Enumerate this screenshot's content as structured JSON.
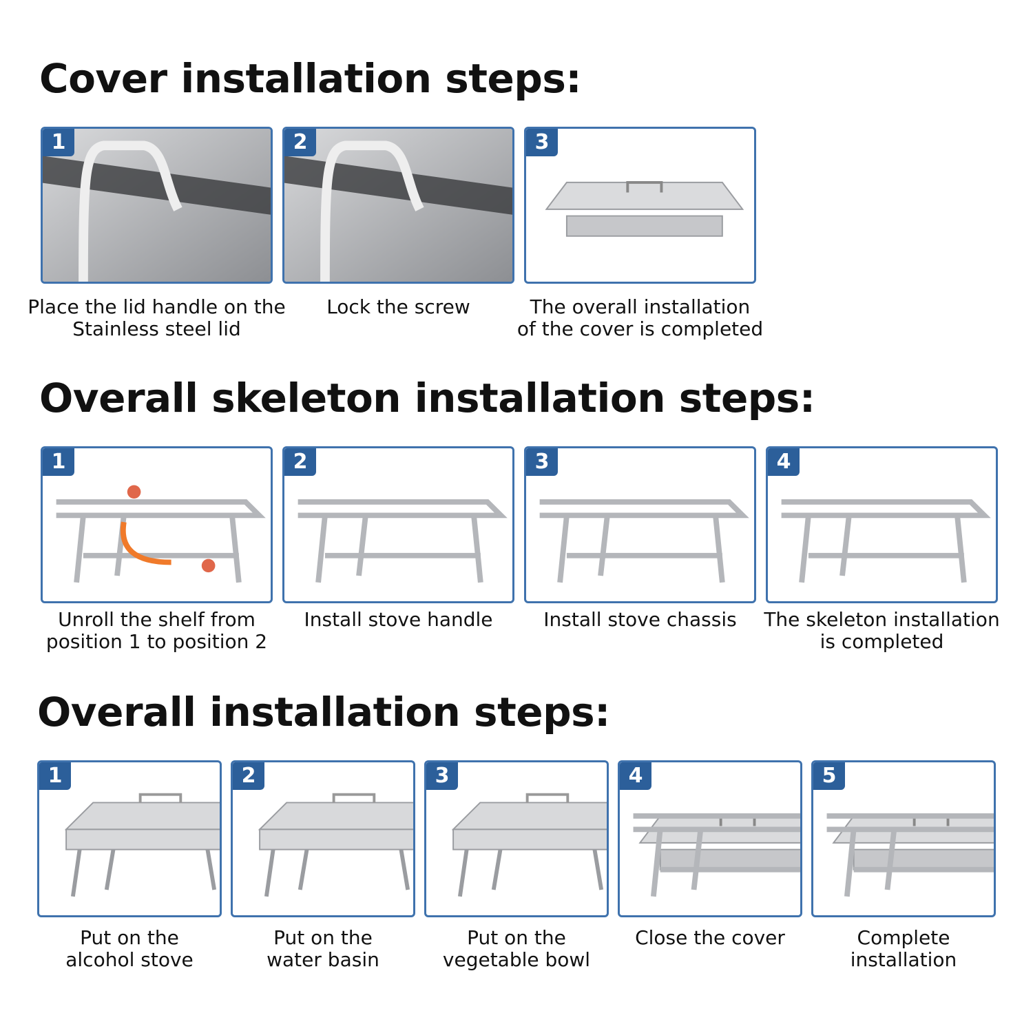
{
  "sections": [
    {
      "title": "Cover installation steps:",
      "steps": [
        {
          "num": "1",
          "caption": [
            "Place the lid handle on the",
            "Stainless steel lid"
          ]
        },
        {
          "num": "2",
          "caption": [
            "Lock the screw"
          ]
        },
        {
          "num": "3",
          "caption": [
            "The overall installation",
            "of the cover is completed"
          ]
        }
      ]
    },
    {
      "title": "Overall skeleton installation steps:",
      "steps": [
        {
          "num": "1",
          "caption": [
            "Unroll the shelf from",
            "position 1 to position 2"
          ]
        },
        {
          "num": "2",
          "caption": [
            "Install stove handle"
          ]
        },
        {
          "num": "3",
          "caption": [
            "Install stove chassis"
          ]
        },
        {
          "num": "4",
          "caption": [
            "The skeleton installation",
            "is completed"
          ]
        }
      ]
    },
    {
      "title": "Overall installation steps:",
      "steps": [
        {
          "num": "1",
          "caption": [
            "Put on the",
            "alcohol stove"
          ]
        },
        {
          "num": "2",
          "caption": [
            "Put on the",
            "water basin"
          ]
        },
        {
          "num": "3",
          "caption": [
            "Put on the",
            "vegetable bowl"
          ]
        },
        {
          "num": "4",
          "caption": [
            "Close the cover"
          ]
        },
        {
          "num": "5",
          "caption": [
            "Complete",
            "installation"
          ]
        }
      ]
    }
  ],
  "colors": {
    "frame": "#3f72ad",
    "badge": "#2c5f9a",
    "arrow": "#f07a2a"
  }
}
